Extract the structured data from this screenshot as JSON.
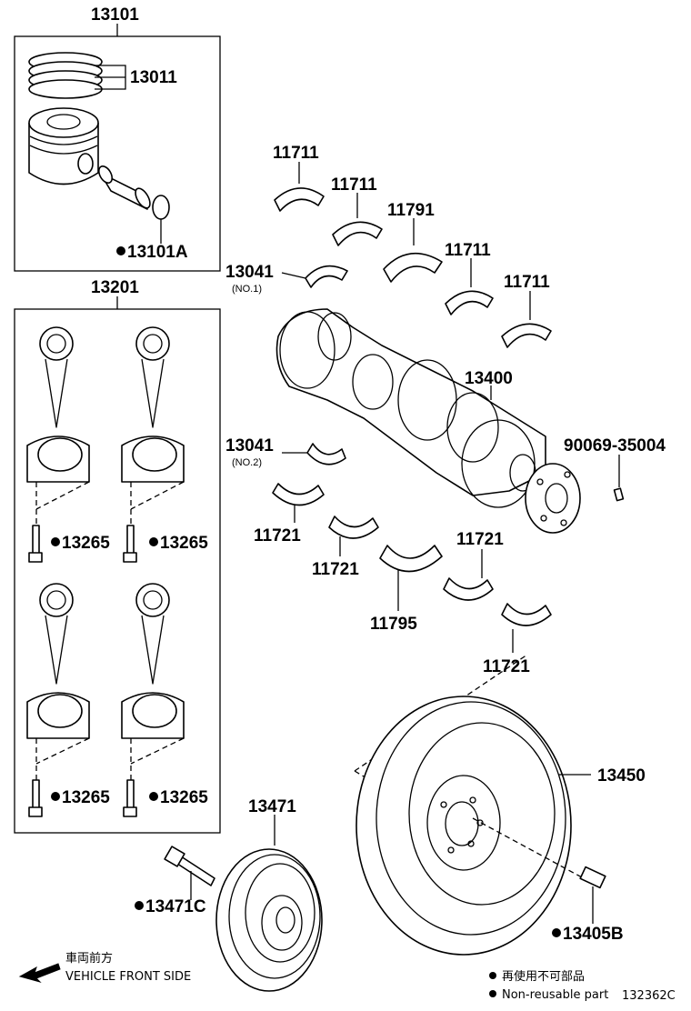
{
  "labels": {
    "piston_set": "13101",
    "piston_rings": "13011",
    "piston_pin_ring": "13101A",
    "conrod_set": "13201",
    "conrod_bolt_1": "13265",
    "conrod_bolt_2": "13265",
    "conrod_bolt_3": "13265",
    "conrod_bolt_4": "13265",
    "bearing_upper_1": "11711",
    "bearing_upper_2": "11711",
    "bearing_upper_3": "11791",
    "bearing_upper_4": "11711",
    "bearing_upper_5": "11711",
    "thrust_washer_1": "13041",
    "thrust_washer_1_sub": "(NO.1)",
    "thrust_washer_2": "13041",
    "thrust_washer_2_sub": "(NO.2)",
    "crankshaft": "13400",
    "pin": "90069-35004",
    "bearing_lower_1": "11721",
    "bearing_lower_2": "11721",
    "bearing_lower_3": "11721",
    "bearing_lower_4": "11721",
    "bearing_lower_thrust": "11795",
    "flywheel": "13450",
    "pulley": "13471",
    "pulley_bolt": "13471C",
    "flywheel_bolt": "13405B"
  },
  "legend": {
    "front_jp": "車両前方",
    "front_en": "VEHICLE FRONT SIDE",
    "nonreuse_jp": "再使用不可部品",
    "nonreuse_en": "Non-reusable part",
    "diagram_id": "132362C"
  }
}
